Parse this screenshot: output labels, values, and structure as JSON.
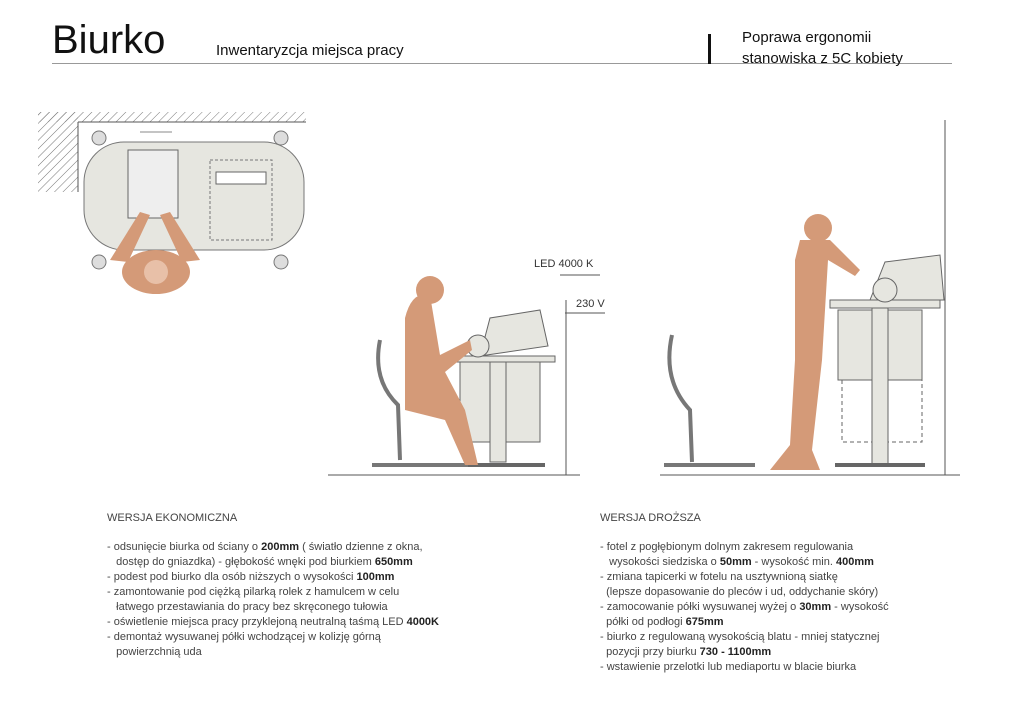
{
  "header": {
    "title": "Biurko",
    "subtitle": "Inwentaryzcja miejsca pracy",
    "side_line1": "Poprawa ergonomii",
    "side_line2": "stanowiska z 5C kobiety"
  },
  "labels": {
    "led": "LED 4000 K",
    "voltage": "230 V"
  },
  "colors": {
    "skin": "#d49a78",
    "furniture": "#e6e6e0",
    "line": "#555555"
  },
  "left": {
    "heading": "WERSJA EKONOMICZNA",
    "lines": [
      [
        {
          "t": "- odsunięcie biurka od ściany o "
        },
        {
          "t": "200mm",
          "b": true
        },
        {
          "t": " ( światło dzienne z okna,"
        }
      ],
      [
        {
          "t": "   dostęp do gniazdka) - głębokość wnęki pod biurkiem "
        },
        {
          "t": "650mm",
          "b": true
        }
      ],
      [
        {
          "t": "- podest pod biurko dla osób niższych o wysokości "
        },
        {
          "t": "100mm",
          "b": true
        }
      ],
      [
        {
          "t": "- zamontowanie pod ciężką pilarką rolek z hamulcem w celu"
        }
      ],
      [
        {
          "t": "   łatwego przestawiania do pracy bez skręconego tułowia"
        }
      ],
      [
        {
          "t": "- oświetlenie miejsca pracy przyklejoną neutralną taśmą LED "
        },
        {
          "t": "4000K",
          "b": true
        }
      ],
      [
        {
          "t": "- demontaż wysuwanej półki wchodzącej w kolizję górną"
        }
      ],
      [
        {
          "t": "   powierzchnią uda"
        }
      ]
    ]
  },
  "right": {
    "heading": "WERSJA DROŻSZA",
    "lines": [
      [
        {
          "t": "- fotel z pogłębionym dolnym zakresem regulowania"
        }
      ],
      [
        {
          "t": "   wysokości siedziska o "
        },
        {
          "t": "50mm",
          "b": true
        },
        {
          "t": " - wysokość min. "
        },
        {
          "t": "400mm",
          "b": true
        }
      ],
      [
        {
          "t": "- zmiana tapicerki w fotelu na usztywnioną siatkę"
        }
      ],
      [
        {
          "t": "  (lepsze dopasowanie do pleców i ud, oddychanie skóry)"
        }
      ],
      [
        {
          "t": "- zamocowanie półki wysuwanej wyżej o "
        },
        {
          "t": "30mm",
          "b": true
        },
        {
          "t": " - wysokość"
        }
      ],
      [
        {
          "t": "  półki od podłogi "
        },
        {
          "t": "675mm",
          "b": true
        }
      ],
      [
        {
          "t": "- biurko z regulowaną wysokością blatu - mniej statycznej"
        }
      ],
      [
        {
          "t": "  pozycji przy biurku "
        },
        {
          "t": "730 - 1100mm",
          "b": true
        }
      ],
      [
        {
          "t": "- wstawienie przelotki lub mediaportu w blacie biurka"
        }
      ]
    ]
  }
}
